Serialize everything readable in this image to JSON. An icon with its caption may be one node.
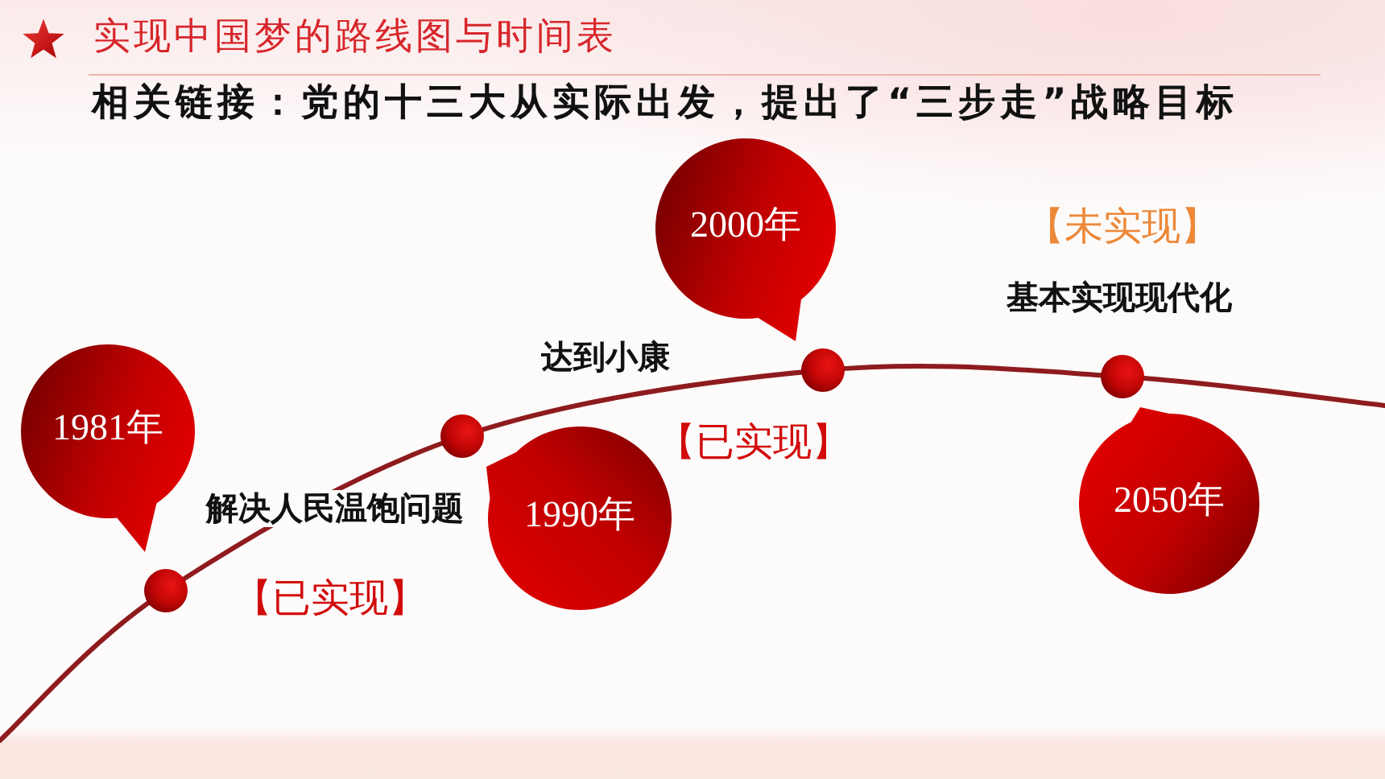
{
  "diagram": {
    "title": "实现中国梦的路线图与时间表",
    "nodes": [
      {
        "text": [
          "1981年"
        ]
      },
      {
        "text": [
          "1990年"
        ]
      },
      {
        "text": [
          "2000年"
        ]
      },
      {
        "text": [
          "2050年"
        ]
      }
    ],
    "labels": [
      "相关链接：党的十三大从实际出发，提出了“三步走”战略目标",
      "【未实现】",
      "基本实现现代化",
      "达到小康",
      "【已实现】",
      "解决人民温饱问题",
      "【已实现】"
    ]
  }
}
